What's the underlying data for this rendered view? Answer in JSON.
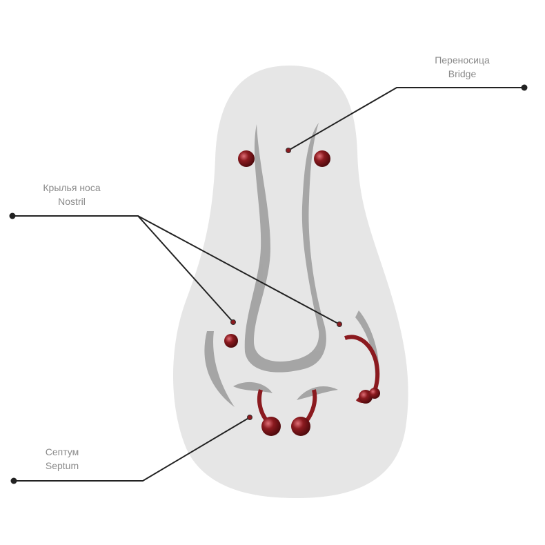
{
  "labels": {
    "bridge": {
      "ru": "Переносица",
      "en": "Bridge"
    },
    "nostril": {
      "ru": "Крылья носа",
      "en": "Nostril"
    },
    "septum": {
      "ru": "Септум",
      "en": "Septum"
    }
  },
  "colors": {
    "jewelry": "#8b1a1f",
    "nose": "#e6e6e6",
    "line": "#222222"
  }
}
